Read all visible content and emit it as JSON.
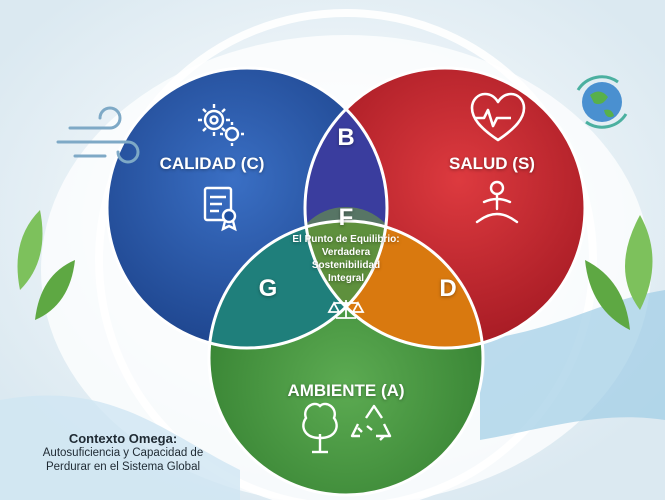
{
  "diagram": {
    "circles": [
      {
        "key": "calidad",
        "label": "CALIDAD (C)",
        "color": "#1f4fa0"
      },
      {
        "key": "salud",
        "label": "SALUD (S)",
        "color": "#c4212b"
      },
      {
        "key": "ambiente",
        "label": "AMBIENTE (A)",
        "color": "#3f8f3a"
      }
    ],
    "regions": {
      "b": "B",
      "g": "G",
      "d": "D",
      "f": "F",
      "center_text": [
        "El Punto de Equilibrio:",
        "Verdadera",
        "Sostenibilidad",
        "Integral"
      ]
    },
    "icons": [
      "gears-icon",
      "certificate-icon",
      "heartbeat-icon",
      "meditation-icon",
      "tree-icon",
      "recycle-icon",
      "scales-icon",
      "globe-icon",
      "wind-icon",
      "plant-icon"
    ]
  },
  "context": {
    "title": "Contexto Omega:",
    "body_line1": "Autosuficiencia y Capacidad de",
    "body_line2": "Perdurar en el Sistema Global"
  }
}
